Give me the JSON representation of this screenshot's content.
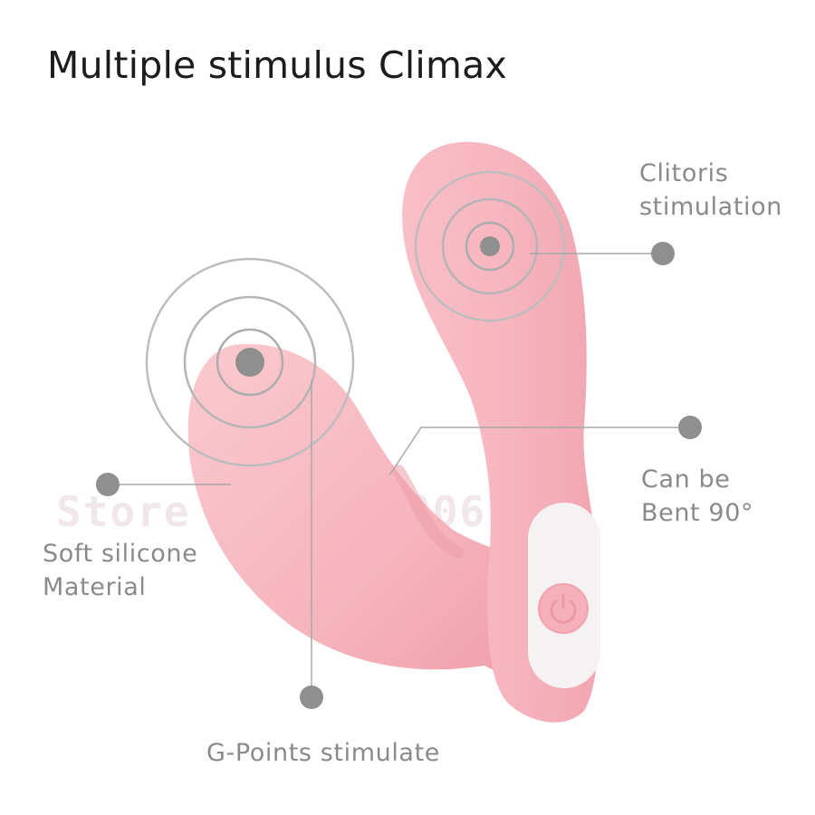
{
  "headline": "Multiple stimulus Climax",
  "features": {
    "clitoris": {
      "line1": "Clitoris",
      "line2": "stimulation"
    },
    "bent": {
      "line1": "Can be",
      "line2": "Bent 90°"
    },
    "soft": {
      "line1": "Soft silicone",
      "line2": "Material"
    },
    "gpoint": {
      "line1": "G-Points stimulate"
    }
  },
  "watermark": "Store No.2511006",
  "colors": {
    "product_pink": "#f7b8c0",
    "shadow_pink": "#ec9fab",
    "panel_white": "#f6f2f3",
    "marker_gray": "#8f8f8f",
    "ring_gray": "#b5b5b5",
    "text_gray": "#8a8a8a",
    "headline": "#1c1c1c"
  },
  "icons": [
    "power-icon"
  ]
}
